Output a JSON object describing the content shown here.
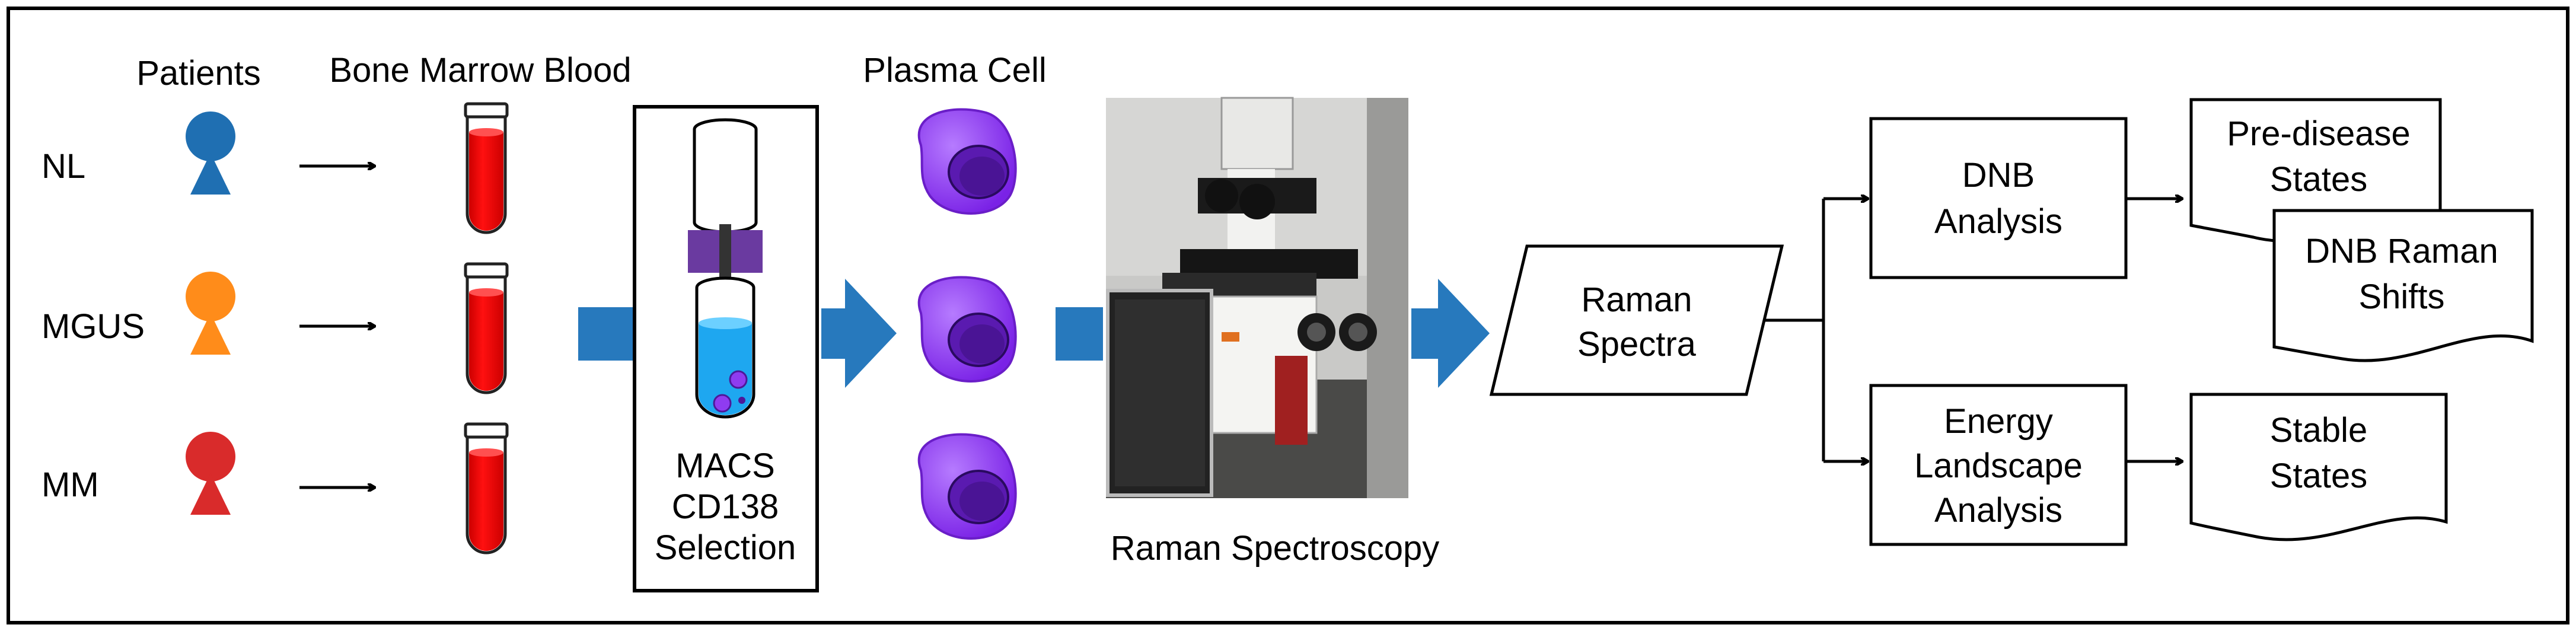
{
  "headers": {
    "patients": "Patients",
    "bone_marrow_blood": "Bone Marrow Blood",
    "plasma_cell": "Plasma Cell"
  },
  "patients": [
    {
      "label": "NL",
      "color": "#1f6fb2"
    },
    {
      "label": "MGUS",
      "color": "#ff8c1a"
    },
    {
      "label": "MM",
      "color": "#d92b2b"
    }
  ],
  "macs": {
    "line1": "MACS",
    "line2": "CD138",
    "line3": "Selection"
  },
  "spectroscopy_label": "Raman Spectroscopy",
  "raman_spectra": {
    "line1": "Raman",
    "line2": "Spectra"
  },
  "dnb_analysis": {
    "line1": "DNB",
    "line2": "Analysis"
  },
  "energy_analysis": {
    "line1": "Energy",
    "line2": "Landscape",
    "line3": "Analysis"
  },
  "pre_disease": {
    "line1": "Pre-disease",
    "line2": "States"
  },
  "dnb_raman_shifts": {
    "line1": "DNB Raman",
    "line2": "Shifts"
  },
  "stable_states": {
    "line1": "Stable",
    "line2": "States"
  },
  "colors": {
    "flow_arrow": "#2779bd",
    "blood": "#ee0000",
    "cell_outer": "#8f3cf0",
    "cell_inner": "#4e1899",
    "magnet": "#6a3aa0",
    "tube_liquid": "#1ea7f0"
  }
}
